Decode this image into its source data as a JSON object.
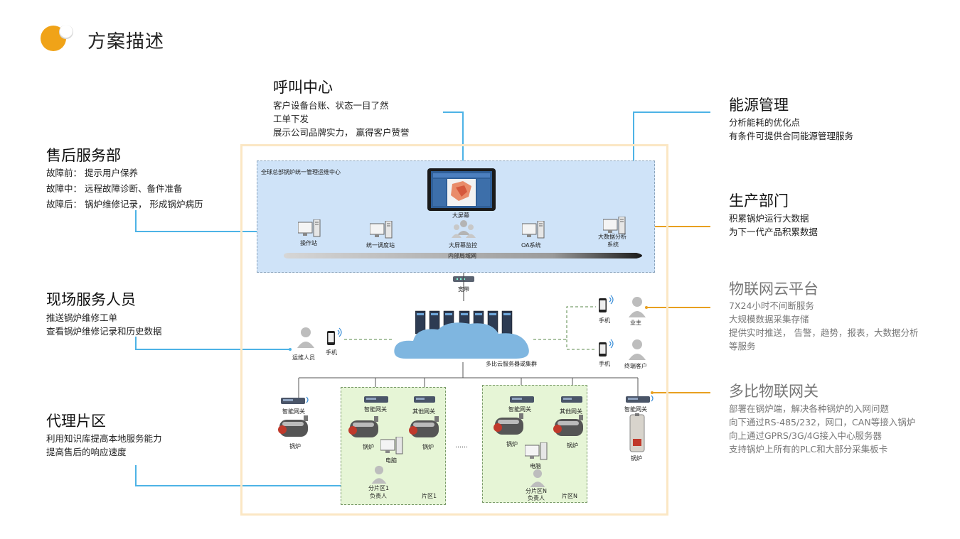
{
  "page": {
    "title": "方案描述"
  },
  "colors": {
    "blue_line": "#4db3e6",
    "orange_line": "#e8a020",
    "logo_orange": "#f0a318",
    "frame": "#fbe7c4",
    "cloud": "#7fb6e0"
  },
  "sections": {
    "call_center": {
      "title": "呼叫中心",
      "lines": [
        "客户设备台账、状态一目了然",
        "工单下发",
        "展示公司品牌实力， 赢得客户赞誉"
      ]
    },
    "after_sales": {
      "title": "售后服务部",
      "lines": [
        "故障前： 提示用户保养",
        "故障中： 远程故障诊断、备件准备",
        "故障后： 锅炉维修记录， 形成锅炉病历"
      ]
    },
    "field_service": {
      "title": "现场服务人员",
      "lines": [
        "推送锅炉维修工单",
        "查看锅炉维修记录和历史数据"
      ]
    },
    "agent_area": {
      "title": "代理片区",
      "lines": [
        "利用知识库提高本地服务能力",
        "提高售后的响应速度"
      ]
    },
    "energy": {
      "title": "能源管理",
      "lines": [
        "分析能耗的优化点",
        "有条件可提供合同能源管理服务"
      ]
    },
    "production": {
      "title": "生产部门",
      "lines": [
        "积累锅炉运行大数据",
        "为下一代产品积累数据"
      ]
    },
    "iot_cloud": {
      "title": "物联网云平台",
      "lines": [
        "7X24小时不间断服务",
        "大规模数据采集存储",
        "提供实时推送， 告警，趋势，报表，大数据分析",
        "等服务"
      ]
    },
    "gateway": {
      "title": "多比物联网关",
      "lines": [
        "部署在锅炉端，解决各种锅炉的入网问题",
        "向下通过RS-485/232，网口，CAN等接入锅炉",
        "向上通过GPRS/3G/4G接入中心服务器",
        "支持锅炉上所有的PLC和大部分采集板卡"
      ]
    }
  },
  "diagram": {
    "top_box_label": "全球总部锅炉统一管理运维中心",
    "big_screen": "大屏幕",
    "operator_station": "操作站",
    "dispatch_station": "统一调度站",
    "screen_monitor": "大屏幕监控",
    "oa_system": "OA系统",
    "bigdata_system_1": "大数据分析",
    "bigdata_system_2": "系统",
    "lan": "内部局域网",
    "broadband": "宽带",
    "cloud_label": "多比云服务器或集群",
    "phone": "手机",
    "ops_person": "运维人员",
    "owner": "业主",
    "end_customer": "终端客户",
    "smart_gateway": "智能网关",
    "other_gateway": "其他网关",
    "boiler": "锅炉",
    "computer": "电脑",
    "zone1_owner_1": "分片区1",
    "zone1_owner_2": "负责人",
    "zone1": "片区1",
    "zoneN_owner_1": "分片区N",
    "zoneN_owner_2": "负责人",
    "zoneN": "片区N",
    "ellipsis": "……"
  }
}
